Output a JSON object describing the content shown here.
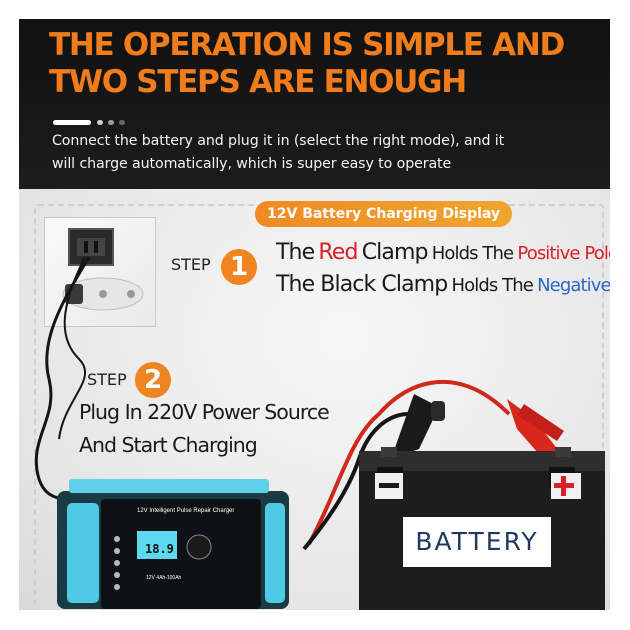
{
  "header": {
    "headline_line1": "THE OPERATION IS SIMPLE AND",
    "headline_line2": "TWO STEPS ARE ENOUGH",
    "subtitle_line1": "Connect the battery and plug it in (select the right mode), and it",
    "subtitle_line2": "will charge automatically, which is super easy to operate"
  },
  "badge": "12V Battery Charging Display",
  "step1": {
    "label": "STEP",
    "number": "1",
    "line1_a": "The",
    "line1_red": "Red",
    "line1_b": "Clamp",
    "line1_c": "Holds The",
    "line1_pos": "Positive Pole",
    "line2_a": "The Black Clamp",
    "line2_b": "Holds The",
    "line2_neg": "Negative Pole"
  },
  "step2": {
    "label": "STEP",
    "number": "2",
    "line1": "Plug In 220V Power Source",
    "line2": "And Start Charging"
  },
  "charger": {
    "title": "12V Intelligent Pulse Repair Charger",
    "lcd": "18.9",
    "spec": "12V 4Ah-100Ah"
  },
  "battery": {
    "label": "BATTERY",
    "minus": "−",
    "plus": "+"
  },
  "colors": {
    "accent_orange": "#f07c1c",
    "clamp_red": "#d8202a",
    "negative_blue": "#2c66c8",
    "charger_blue": "#4ec9e6"
  }
}
